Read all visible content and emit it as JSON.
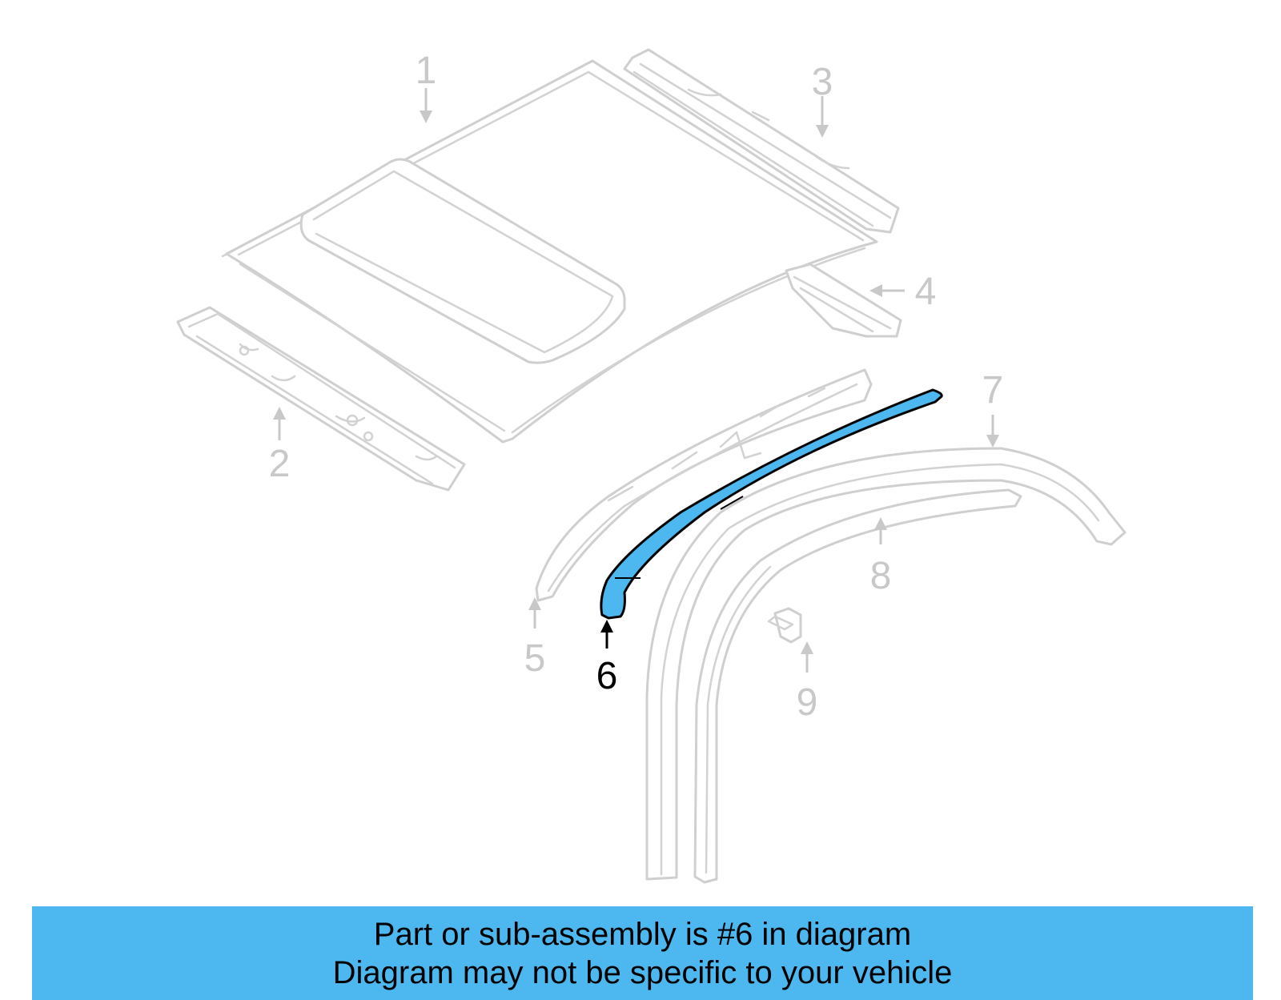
{
  "diagram": {
    "callouts": [
      "1",
      "2",
      "3",
      "4",
      "5",
      "6",
      "7",
      "8",
      "9"
    ],
    "highlighted_callout": "6",
    "highlight_color": "#4db8f0",
    "line_color": "#cfcfcf"
  },
  "banner": {
    "line1": "Part or sub-assembly is #6 in diagram",
    "line2": "Diagram may not be specific to your vehicle",
    "background": "#4db8f0"
  }
}
